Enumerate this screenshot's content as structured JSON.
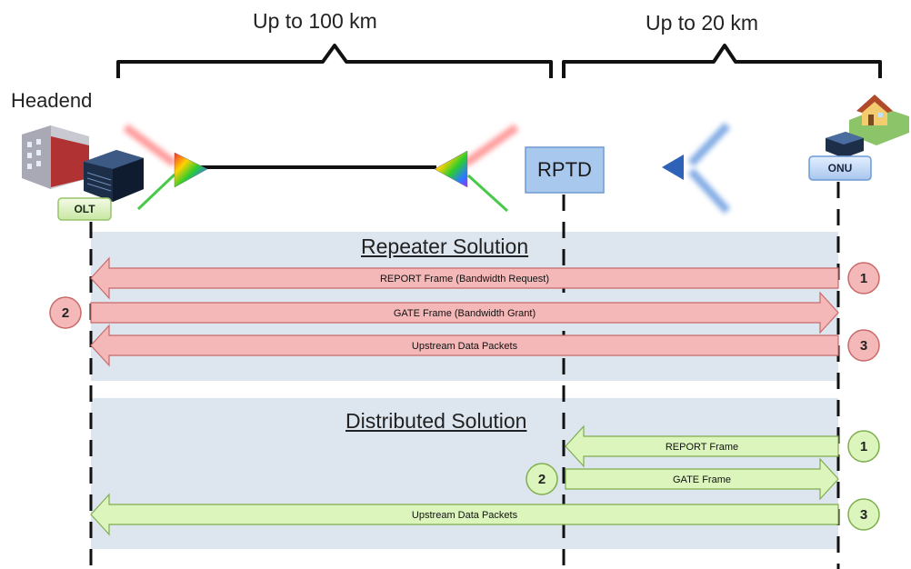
{
  "distances": {
    "feeder": "Up to 100 km",
    "drop": "Up to 20 km"
  },
  "headend_label": "Headend",
  "nodes": {
    "olt": "OLT",
    "rptd": "RPTD",
    "onu": "ONU"
  },
  "repeater": {
    "title": "Repeater Solution",
    "messages": [
      {
        "step": "1",
        "label": "REPORT Frame (Bandwidth Request)",
        "direction": "upstream"
      },
      {
        "step": "2",
        "label": "GATE Frame (Bandwidth Grant)",
        "direction": "downstream"
      },
      {
        "step": "3",
        "label": "Upstream Data Packets",
        "direction": "upstream"
      }
    ]
  },
  "distributed": {
    "title": "Distributed Solution",
    "messages": [
      {
        "step": "1",
        "label": "REPORT Frame",
        "direction": "upstream"
      },
      {
        "step": "2",
        "label": "GATE Frame",
        "direction": "downstream"
      },
      {
        "step": "3",
        "label": "Upstream Data Packets",
        "direction": "upstream"
      }
    ]
  },
  "colors": {
    "repeater_arrow": "#f4b8b8",
    "repeater_arrow_stroke": "#c86a6a",
    "distributed_arrow": "#dcf5bd",
    "distributed_arrow_stroke": "#7fae4e",
    "panel": "#dde5ef",
    "fiber": "#6a9fd6",
    "rptd_box": "#a9c8ee"
  },
  "icons": [
    "building-icon",
    "olt-rack-icon",
    "house-icon",
    "onu-device-icon",
    "splitter-icon",
    "prism-icon"
  ]
}
